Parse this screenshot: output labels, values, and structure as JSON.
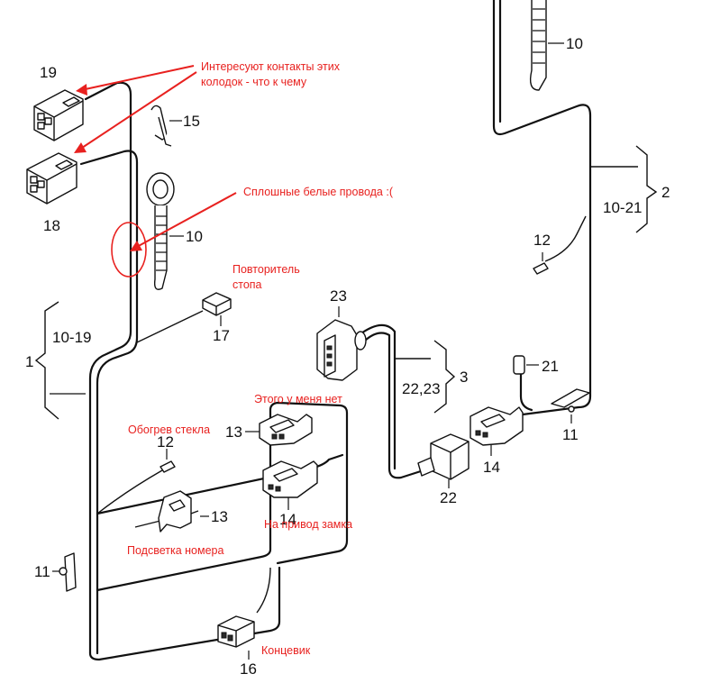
{
  "callouts": {
    "n19": "19",
    "n18": "18",
    "n15": "15",
    "n10a": "10",
    "n10b": "10",
    "n17": "17",
    "n12a": "12",
    "n12b": "12",
    "n13a": "13",
    "n13b": "13",
    "n14a": "14",
    "n14b": "14",
    "n11a": "11",
    "n11b": "11",
    "n16": "16",
    "n23": "23",
    "n22": "22",
    "n21": "21",
    "n1": "1",
    "n2": "2",
    "n3": "3",
    "r1019": "10-19",
    "r1021": "10-21",
    "r2223": "22,23"
  },
  "annotations": {
    "contacts_line1": "Интересуют контакты этих",
    "contacts_line2": "колодок - что к чему",
    "white_wires": "Сплошные белые провода :(",
    "stop_repeater_line1": "Повторитель",
    "stop_repeater_line2": "стопа",
    "dont_have": "Этого у меня нет",
    "glass_heating": "Обогрев стекла",
    "plate_light": "Подсветка номера",
    "lock_drive": "На привод замка",
    "limit_switch": "Концевик"
  },
  "colors": {
    "annotation": "#e8211f",
    "line": "#111111"
  }
}
